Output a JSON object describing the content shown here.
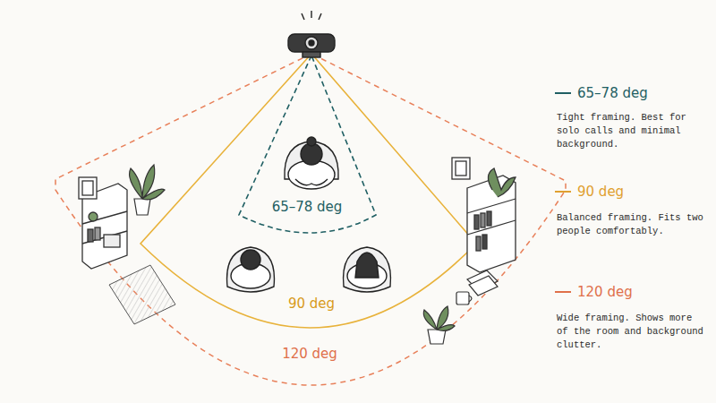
{
  "diagram": {
    "labels": [
      "65–78 deg",
      "90 deg",
      "120 deg",
      "Tight framing. Best for solo calls and minimal background.",
      "Balanced framing. Fits two people comfortably.",
      "Wide framing. Shows more of the room and background clutter."
    ],
    "legend": [
      {
        "text": "65–78 deg"
      },
      {
        "text": "90 deg"
      },
      {
        "text": "120 deg"
      }
    ]
  }
}
